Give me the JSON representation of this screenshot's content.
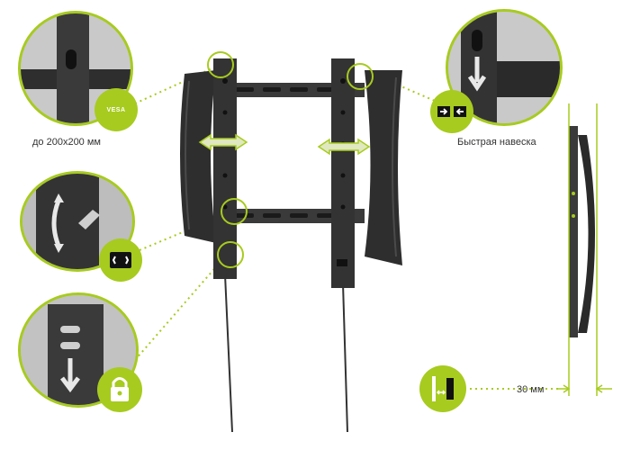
{
  "labels": {
    "vesa_size": "до 200x200 мм",
    "quick_mount": "Быстрая навеска",
    "wall_distance": "30 мм",
    "vesa_badge": "VESA"
  },
  "icons": [
    "vesa-badge-icon",
    "quick-mount-arrows-icon",
    "tilt-adjust-icon",
    "lock-icon",
    "wall-gap-icon"
  ],
  "colors": {
    "accent": "#a7cb1f",
    "metal": "#2e2e2e",
    "metal_light": "#555555"
  }
}
